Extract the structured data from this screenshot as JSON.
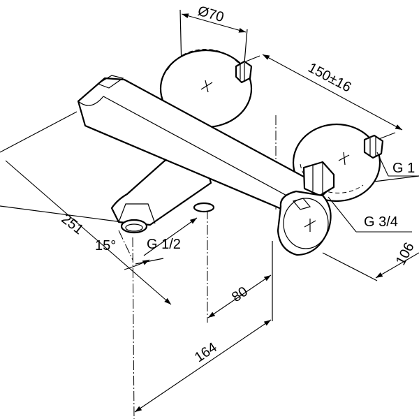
{
  "dimensions": {
    "diameter": "Ø70",
    "spacing": "150±16",
    "length_total": "251",
    "spout_angle": "15°",
    "outlet_thread": "G 1/2",
    "inlet_thread_right": "G 3/4",
    "inlet_thread_cut": "G 1",
    "depth_cut": "106",
    "offset_80": "80",
    "offset_164": "164"
  }
}
